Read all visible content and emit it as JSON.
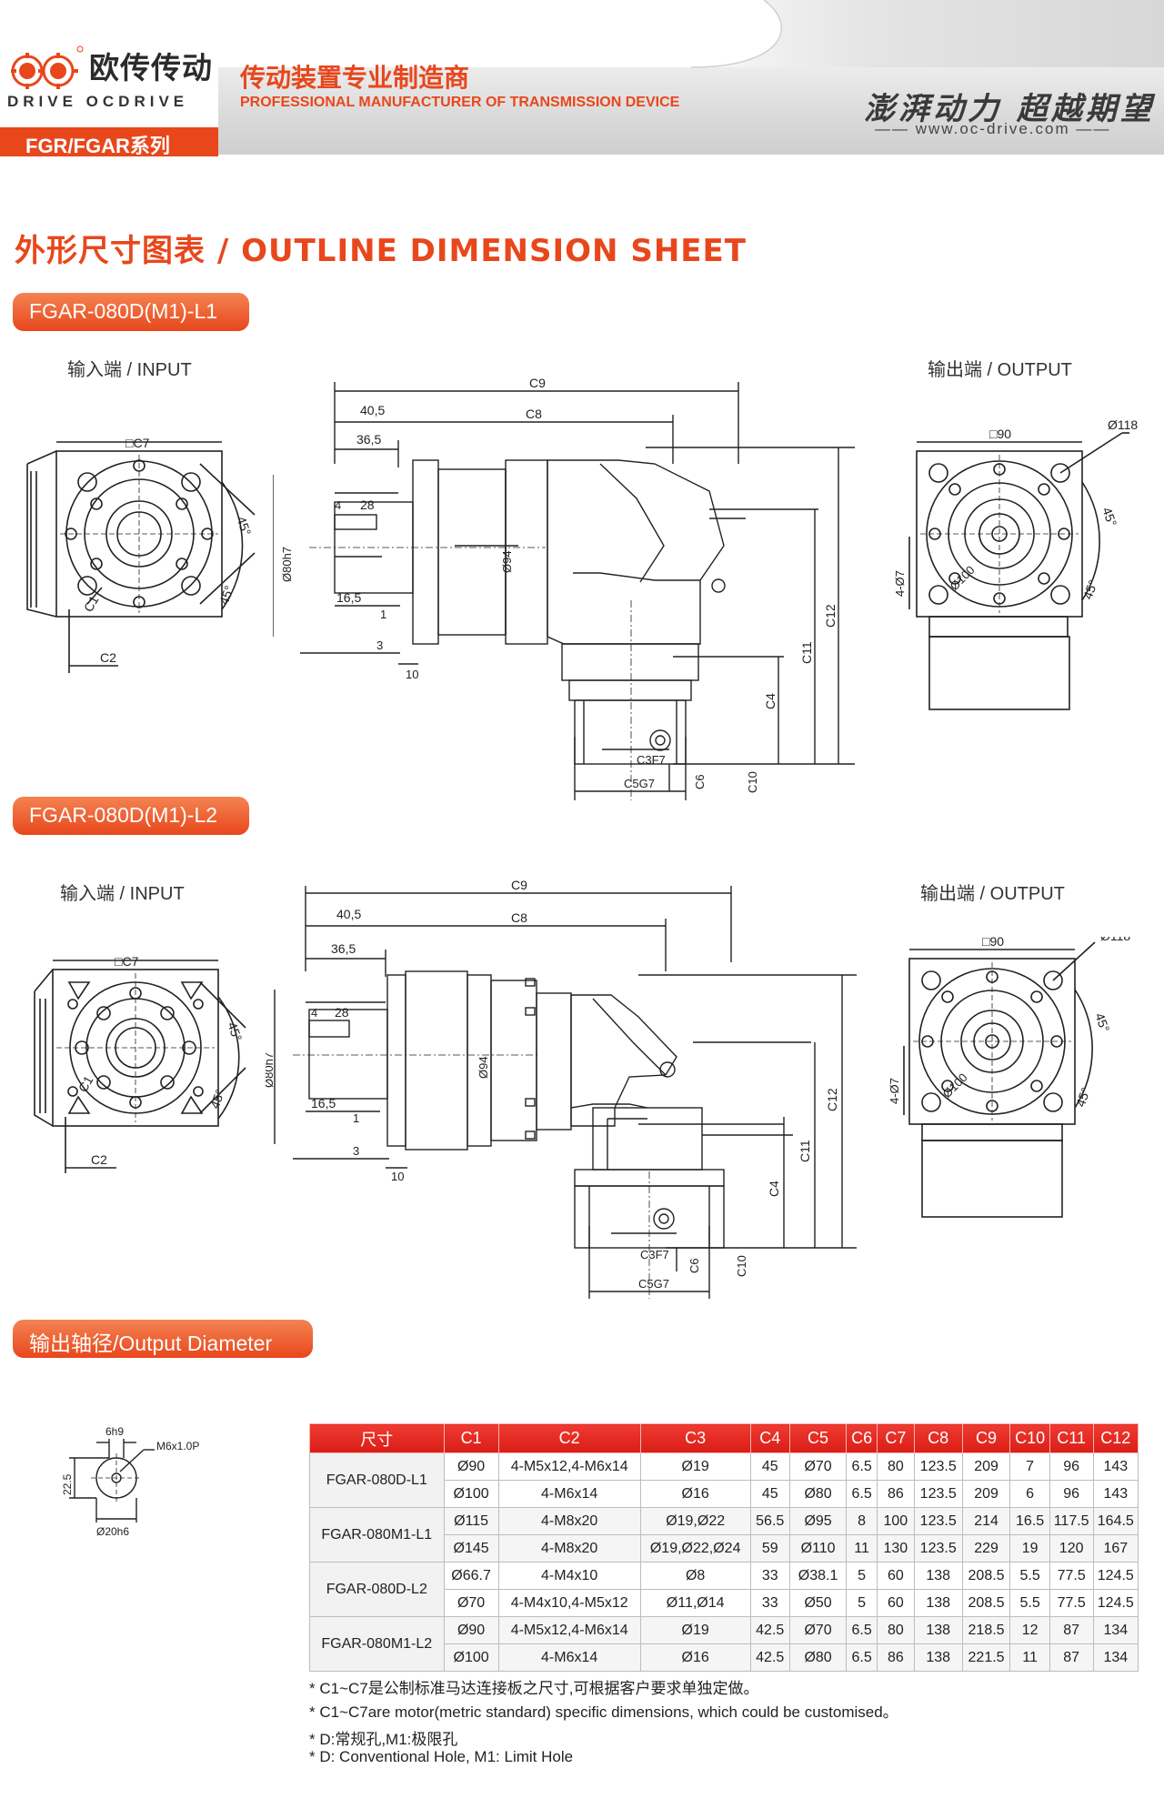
{
  "header": {
    "logo_cn": "欧传传动",
    "logo_en": "DRIVE OCDRIVE",
    "tagline_cn": "传动装置专业制造商",
    "tagline_en": "PROFESSIONAL MANUFACTURER OF TRANSMISSION DEVICE",
    "slogan": "澎湃动力 超越期望",
    "website": "—— www.oc-drive.com ——",
    "series": "FGR/FGAR系列"
  },
  "page_title": "外形尺寸图表 / OUTLINE DIMENSION SHEET",
  "section1": {
    "model": "FGAR-080D(M1)-L1",
    "input_label": "输入端 / INPUT",
    "output_label": "输出端 / OUTPUT"
  },
  "section2": {
    "model": "FGAR-080D(M1)-L2",
    "input_label": "输入端 / INPUT",
    "output_label": "输出端 / OUTPUT"
  },
  "dims": {
    "c7": "□C7",
    "c1": "C1",
    "c2": "C2",
    "deg45": "45°",
    "c9": "C9",
    "c8": "C8",
    "d40_5": "40,5",
    "d36_5": "36,5",
    "d4": "4",
    "d28": "28",
    "phi80": "Ø80h7",
    "d16_5": "16,5",
    "d1": "1",
    "d3": "3",
    "d10": "10",
    "phi94": "Ø94",
    "c12": "C12",
    "c11": "C11",
    "c4": "C4",
    "c3": "C3F7",
    "c6": "C6",
    "c10": "C10",
    "c5": "C5G7",
    "sq90": "□90",
    "phi118": "Ø118",
    "phi7": "4-Ø7",
    "phi100": "Ø100"
  },
  "shaft_section": {
    "title": "输出轴径/Output Diameter",
    "w": "6h9",
    "h": "22.5",
    "thread": "M6x1.0P",
    "dia": "Ø20h6"
  },
  "table": {
    "headers": [
      "尺寸",
      "C1",
      "C2",
      "C3",
      "C4",
      "C5",
      "C6",
      "C7",
      "C8",
      "C9",
      "C10",
      "C11",
      "C12"
    ],
    "rows": [
      {
        "model": "FGAR-080D-L1",
        "cells": [
          "Ø90",
          "4-M5x12,4-M6x14",
          "Ø19",
          "45",
          "Ø70",
          "6.5",
          "80",
          "123.5",
          "209",
          "7",
          "96",
          "143"
        ]
      },
      {
        "model": "",
        "cells": [
          "Ø100",
          "4-M6x14",
          "Ø16",
          "45",
          "Ø80",
          "6.5",
          "86",
          "123.5",
          "209",
          "6",
          "96",
          "143"
        ]
      },
      {
        "model": "FGAR-080M1-L1",
        "cells": [
          "Ø115",
          "4-M8x20",
          "Ø19,Ø22",
          "56.5",
          "Ø95",
          "8",
          "100",
          "123.5",
          "214",
          "16.5",
          "117.5",
          "164.5"
        ]
      },
      {
        "model": "",
        "cells": [
          "Ø145",
          "4-M8x20",
          "Ø19,Ø22,Ø24",
          "59",
          "Ø110",
          "11",
          "130",
          "123.5",
          "229",
          "19",
          "120",
          "167"
        ]
      },
      {
        "model": "FGAR-080D-L2",
        "cells": [
          "Ø66.7",
          "4-M4x10",
          "Ø8",
          "33",
          "Ø38.1",
          "5",
          "60",
          "138",
          "208.5",
          "5.5",
          "77.5",
          "124.5"
        ]
      },
      {
        "model": "",
        "cells": [
          "Ø70",
          "4-M4x10,4-M5x12",
          "Ø11,Ø14",
          "33",
          "Ø50",
          "5",
          "60",
          "138",
          "208.5",
          "5.5",
          "77.5",
          "124.5"
        ]
      },
      {
        "model": "FGAR-080M1-L2",
        "cells": [
          "Ø90",
          "4-M5x12,4-M6x14",
          "Ø19",
          "42.5",
          "Ø70",
          "6.5",
          "80",
          "138",
          "218.5",
          "12",
          "87",
          "134"
        ]
      },
      {
        "model": "",
        "cells": [
          "Ø100",
          "4-M6x14",
          "Ø16",
          "42.5",
          "Ø80",
          "6.5",
          "86",
          "138",
          "221.5",
          "11",
          "87",
          "134"
        ]
      }
    ]
  },
  "notes": [
    "* C1~C7是公制标准马达连接板之尺寸,可根据客户要求单独定做。",
    "* C1~C7are motor(metric standard)  specific dimensions, which could be customised。",
    "* D:常规孔,M1:极限孔",
    "* D: Conventional Hole, M1: Limit Hole"
  ],
  "colors": {
    "accent": "#e8471c",
    "table_header": "#d91d16"
  }
}
